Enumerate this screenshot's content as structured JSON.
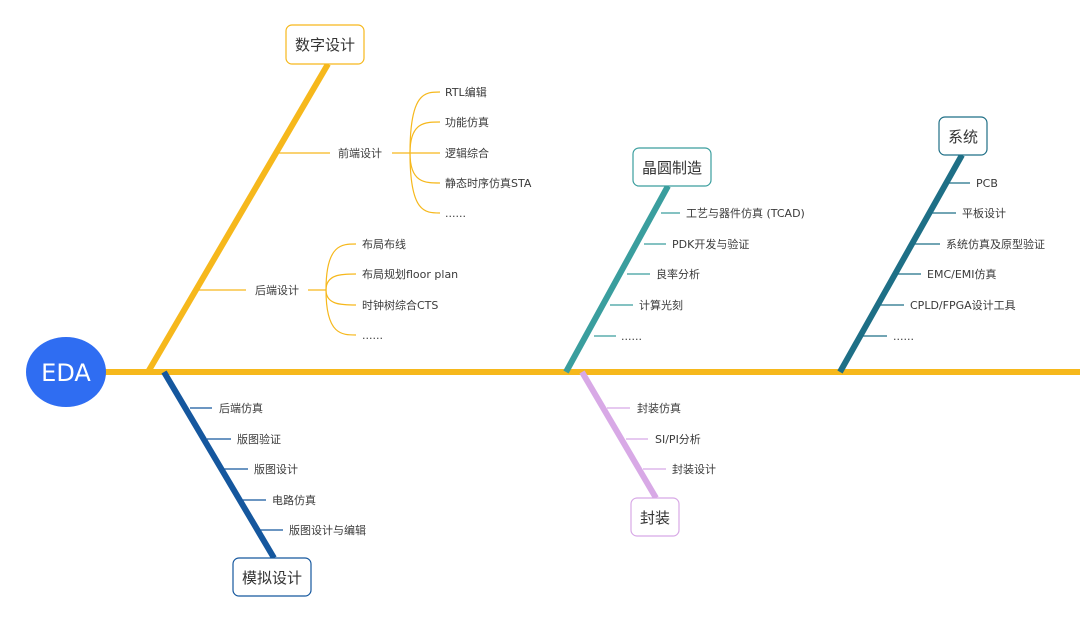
{
  "root": {
    "label": "EDA",
    "color": "#2f6df2"
  },
  "spine_color": "#f6b81c",
  "categories": {
    "digital": {
      "label": "数字设计",
      "color": "#f6b81c",
      "groups": [
        {
          "label": "前端设计",
          "items": [
            "RTL编辑",
            "功能仿真",
            "逻辑综合",
            "静态时序仿真STA",
            "......"
          ]
        },
        {
          "label": "后端设计",
          "items": [
            "布局布线",
            "布局规划floor plan",
            "时钟树综合CTS",
            "......"
          ]
        }
      ]
    },
    "wafer": {
      "label": "晶圆制造",
      "color": "#3a9e9e",
      "items": [
        "工艺与器件仿真 (TCAD)",
        "PDK开发与验证",
        "良率分析",
        "计算光刻",
        "......"
      ]
    },
    "system": {
      "label": "系统",
      "color": "#1e6f86",
      "items": [
        "PCB",
        "平板设计",
        "系统仿真及原型验证",
        "EMC/EMI仿真",
        "CPLD/FPGA设计工具",
        "......"
      ]
    },
    "analog": {
      "label": "模拟设计",
      "color": "#15579e",
      "items": [
        "后端仿真",
        "版图验证",
        "版图设计",
        "电路仿真",
        "版图设计与编辑"
      ]
    },
    "package": {
      "label": "封装",
      "color": "#d8a9e6",
      "items": [
        "封装仿真",
        "SI/PI分析",
        "封装设计"
      ]
    }
  }
}
